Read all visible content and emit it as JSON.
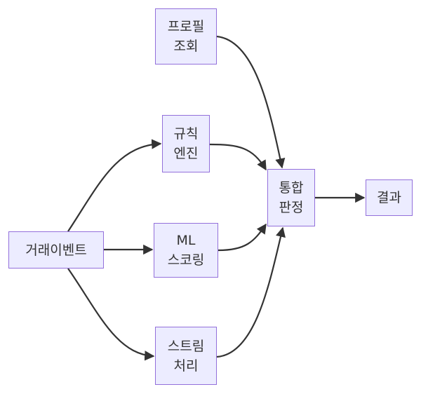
{
  "nodes": {
    "transaction_event": {
      "line1": "거래이벤트"
    },
    "rule_engine": {
      "line1": "규칙",
      "line2": "엔진"
    },
    "ml_scoring": {
      "line1": "ML",
      "line2": "스코링"
    },
    "stream_processing": {
      "line1": "스트림",
      "line2": "처리"
    },
    "profile_lookup": {
      "line1": "프로필",
      "line2": "조회"
    },
    "integrated_decision": {
      "line1": "통합",
      "line2": "판정"
    },
    "result": {
      "line1": "결과"
    }
  },
  "edges": [
    {
      "from": "transaction_event",
      "to": "rule_engine"
    },
    {
      "from": "transaction_event",
      "to": "ml_scoring"
    },
    {
      "from": "transaction_event",
      "to": "stream_processing"
    },
    {
      "from": "profile_lookup",
      "to": "integrated_decision"
    },
    {
      "from": "rule_engine",
      "to": "integrated_decision"
    },
    {
      "from": "ml_scoring",
      "to": "integrated_decision"
    },
    {
      "from": "stream_processing",
      "to": "integrated_decision"
    },
    {
      "from": "integrated_decision",
      "to": "result"
    }
  ],
  "colors": {
    "node_fill": "#ECECFF",
    "node_border": "#9370DB",
    "edge": "#333333",
    "text": "#333333"
  }
}
